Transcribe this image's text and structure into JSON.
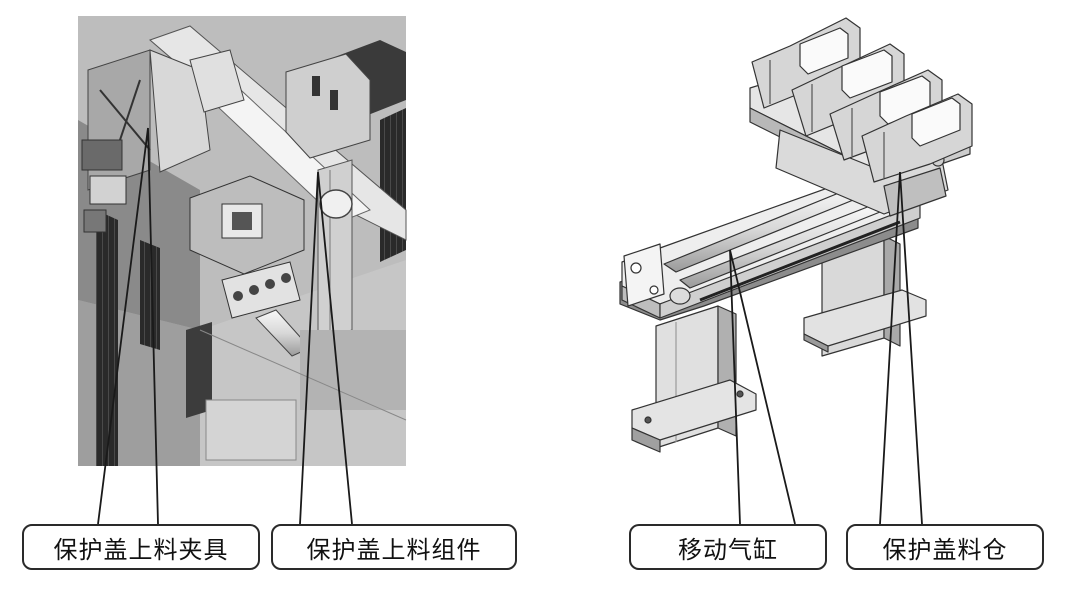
{
  "labels": {
    "clamp": "保护盖上料夹具",
    "assembly": "保护盖上料组件",
    "cylinder": "移动气缸",
    "bin": "保护盖料仓"
  },
  "colors": {
    "line": "#1a1a1a",
    "border": "#2a2a2a"
  }
}
